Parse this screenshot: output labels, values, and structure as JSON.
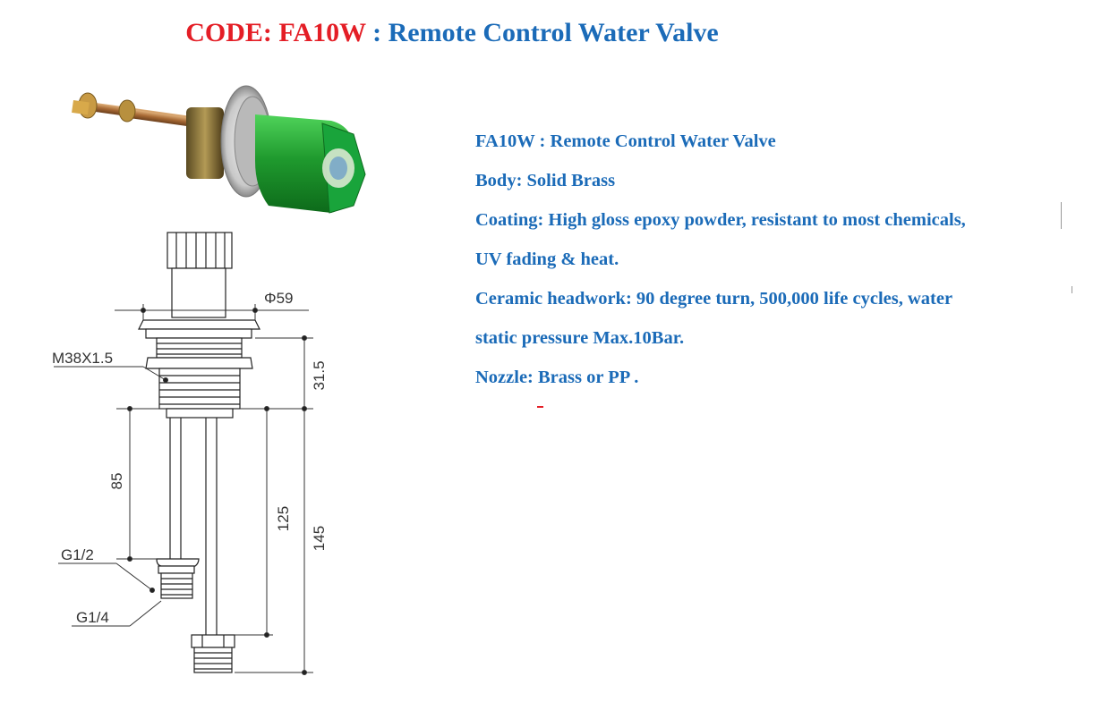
{
  "title": {
    "code": "CODE: FA10W",
    "name": " : Remote Control Water Valve"
  },
  "specs": [
    "FA10W  : Remote Control Water Valve",
    "Body: Solid Brass",
    "Coating: High gloss epoxy powder, resistant to most chemicals,",
    "UV fading & heat.",
    "Ceramic headwork: 90 degree turn, 500,000 life cycles, water",
    "static pressure Max.10Bar.",
    "Nozzle: Brass or PP ."
  ],
  "drawing": {
    "phi": "Φ59",
    "thread": "M38X1.5",
    "g12": "G1/2",
    "g14": "G1/4",
    "d315": "31.5",
    "d85": "85",
    "d125": "125",
    "d145": "145"
  },
  "colors": {
    "code": "#e41e26",
    "heading": "#1b6bb8",
    "valve_handle": "#1f9a2e"
  }
}
